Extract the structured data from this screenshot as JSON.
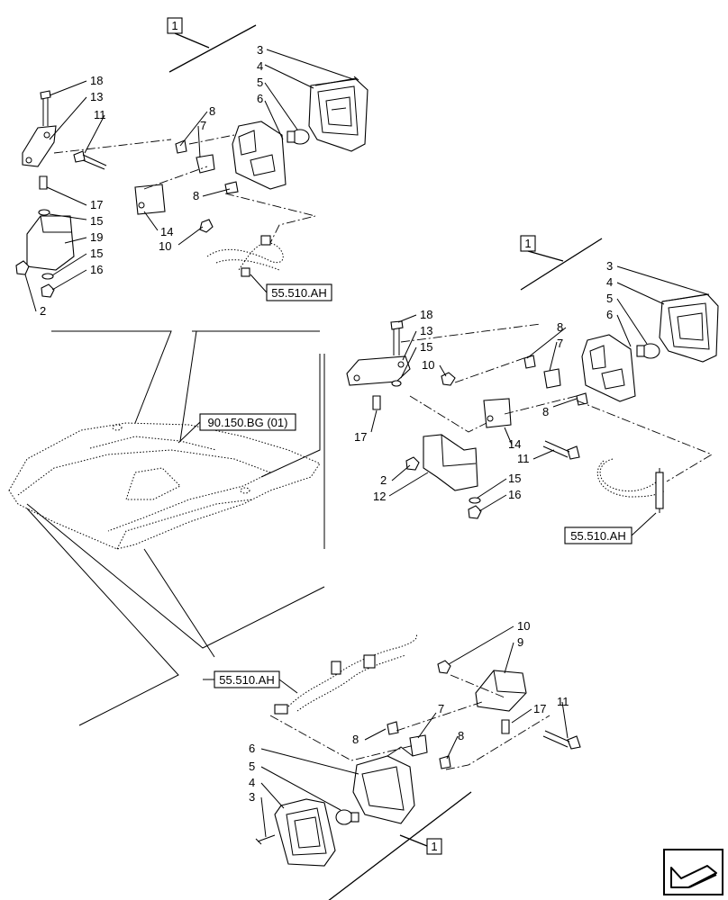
{
  "callouts": {
    "c3a": "3",
    "c4a": "4",
    "c5a": "5",
    "c6a": "6",
    "c18a": "18",
    "c13a": "13",
    "c11a": "11",
    "c8a": "8",
    "c7a": "7",
    "c8b": "8",
    "c17a": "17",
    "c15a": "15",
    "c19a": "19",
    "c15b": "15",
    "c16a": "16",
    "c14a": "14",
    "c10a": "10",
    "c2a": "2",
    "c3b": "3",
    "c4b": "4",
    "c5b": "5",
    "c6b": "6",
    "c18b": "18",
    "c13b": "13",
    "c15c": "15",
    "c10b": "10",
    "c8c": "8",
    "c7b": "7",
    "c8d": "8",
    "c14b": "14",
    "c17b": "17",
    "c11b": "11",
    "c2b": "2",
    "c12a": "12",
    "c15d": "15",
    "c16b": "16",
    "c10c": "10",
    "c9a": "9",
    "c7c": "7",
    "c8e": "8",
    "c8f": "8",
    "c17c": "17",
    "c11c": "11",
    "c6c": "6",
    "c5c": "5",
    "c4c": "4",
    "c3c": "3"
  },
  "boxes": {
    "b1a": "1",
    "b1b": "1",
    "b1c": "1"
  },
  "refs": {
    "r1": "55.510.AH",
    "r2": "90.150.BG (01)",
    "r3": "55.510.AH",
    "r4": "55.510.AH"
  },
  "icons": {
    "nav": "next-page-arrow-icon"
  }
}
